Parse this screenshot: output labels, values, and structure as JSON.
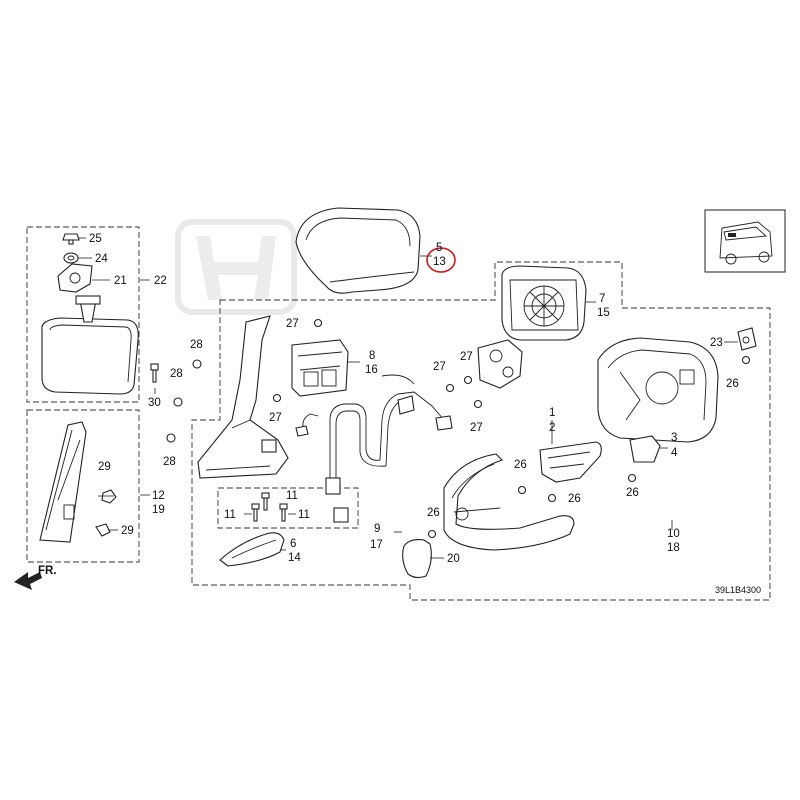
{
  "diagram": {
    "code": "39L1B4300",
    "front_arrow": "FR.",
    "highlight_color": "#d11a1a",
    "callouts": [
      {
        "id": "c25",
        "text": "25"
      },
      {
        "id": "c24",
        "text": "24"
      },
      {
        "id": "c21",
        "text": "21"
      },
      {
        "id": "c22",
        "text": "22"
      },
      {
        "id": "c28a",
        "text": "28"
      },
      {
        "id": "c28b",
        "text": "28"
      },
      {
        "id": "c28c",
        "text": "28"
      },
      {
        "id": "c30",
        "text": "30"
      },
      {
        "id": "c29a",
        "text": "29"
      },
      {
        "id": "c29b",
        "text": "29"
      },
      {
        "id": "c12",
        "text": "12"
      },
      {
        "id": "c19",
        "text": "19"
      },
      {
        "id": "c5",
        "text": "5"
      },
      {
        "id": "c13",
        "text": "13"
      },
      {
        "id": "c27a",
        "text": "27"
      },
      {
        "id": "c27b",
        "text": "27"
      },
      {
        "id": "c27c",
        "text": "27"
      },
      {
        "id": "c27d",
        "text": "27"
      },
      {
        "id": "c27e",
        "text": "27"
      },
      {
        "id": "c8",
        "text": "8"
      },
      {
        "id": "c16",
        "text": "16"
      },
      {
        "id": "c11a",
        "text": "11"
      },
      {
        "id": "c11b",
        "text": "11"
      },
      {
        "id": "c11c",
        "text": "11"
      },
      {
        "id": "c6",
        "text": "6"
      },
      {
        "id": "c14",
        "text": "14"
      },
      {
        "id": "c7",
        "text": "7"
      },
      {
        "id": "c15",
        "text": "15"
      },
      {
        "id": "c23",
        "text": "23"
      },
      {
        "id": "c26a",
        "text": "26"
      },
      {
        "id": "c26b",
        "text": "26"
      },
      {
        "id": "c26c",
        "text": "26"
      },
      {
        "id": "c26d",
        "text": "26"
      },
      {
        "id": "c26e",
        "text": "26"
      },
      {
        "id": "c1",
        "text": "1"
      },
      {
        "id": "c2",
        "text": "2"
      },
      {
        "id": "c3",
        "text": "3"
      },
      {
        "id": "c4",
        "text": "4"
      },
      {
        "id": "c9",
        "text": "9"
      },
      {
        "id": "c17",
        "text": "17"
      },
      {
        "id": "c20",
        "text": "20"
      },
      {
        "id": "c10",
        "text": "10"
      },
      {
        "id": "c18",
        "text": "18"
      }
    ]
  }
}
